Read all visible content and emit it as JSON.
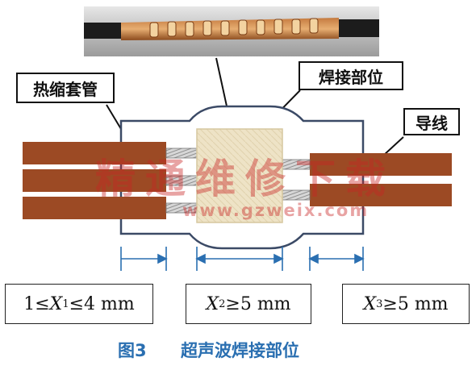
{
  "labels": {
    "heat_shrink": "热缩套管",
    "weld_position": "焊接部位",
    "wire": "导线"
  },
  "dimensions": [
    {
      "id": "x1",
      "prefix": "1≤",
      "var": "X",
      "sub": "1",
      "suffix": "≤4 mm"
    },
    {
      "id": "x2",
      "prefix": "",
      "var": "X",
      "sub": "2",
      "suffix": "≥5 mm"
    },
    {
      "id": "x3",
      "prefix": "",
      "var": "X",
      "sub": "3",
      "suffix": "≥5 mm"
    }
  ],
  "caption": {
    "figure": "图3",
    "title": "超声波焊接部位"
  },
  "watermark": {
    "cn": "精通维修下载",
    "url": "www.gzweix.com"
  },
  "colors": {
    "wire_copper": "#9c4a24",
    "weld_block": "#ece0c2",
    "caption_blue": "#2a6fb1",
    "watermark_red": "#c82323"
  }
}
